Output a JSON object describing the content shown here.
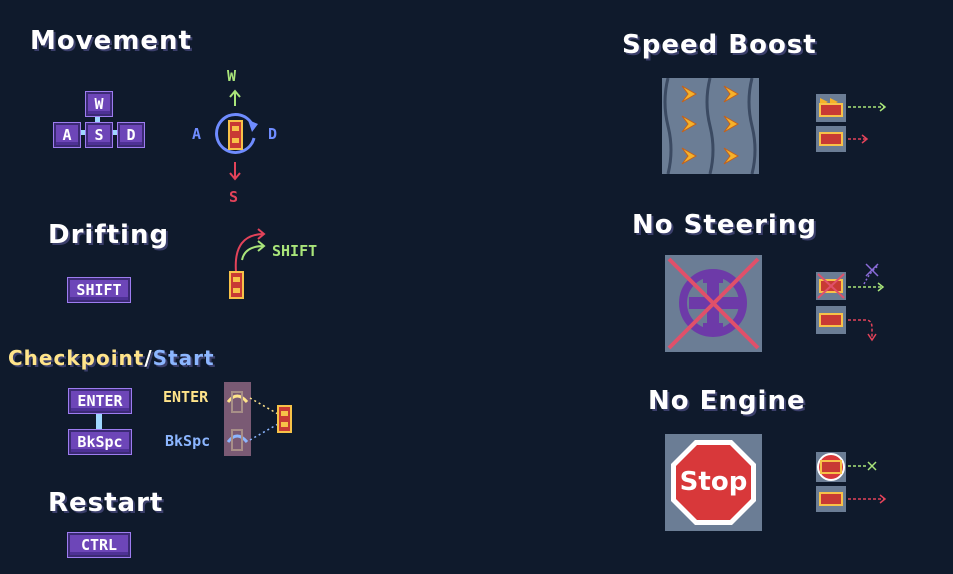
{
  "colors": {
    "background": "#0f1a2c",
    "key_fill": "#6d46b8",
    "green": "#a9e57a",
    "blue": "#6f8cff",
    "red": "#e3435a",
    "yellow": "#ffe48a",
    "light_blue": "#8cb6ff"
  },
  "movement": {
    "title": "Movement",
    "keys": {
      "w": "W",
      "a": "A",
      "s": "S",
      "d": "D"
    },
    "diagram": {
      "up": "W",
      "down": "S",
      "left": "A",
      "right": "D"
    }
  },
  "drifting": {
    "title": "Drifting",
    "key": "SHIFT",
    "diagram_label": "SHIFT"
  },
  "checkpoint": {
    "title_part1": "Checkpoint",
    "separator": "/",
    "title_part2": "Start",
    "key_enter": "ENTER",
    "key_back": "BkSpc",
    "label_enter": "ENTER",
    "label_back": "BkSpc"
  },
  "restart": {
    "title": "Restart",
    "key": "CTRL"
  },
  "speed_boost": {
    "title": "Speed Boost"
  },
  "no_steering": {
    "title": "No Steering"
  },
  "no_engine": {
    "title": "No Engine",
    "sign_text": "Stop"
  }
}
